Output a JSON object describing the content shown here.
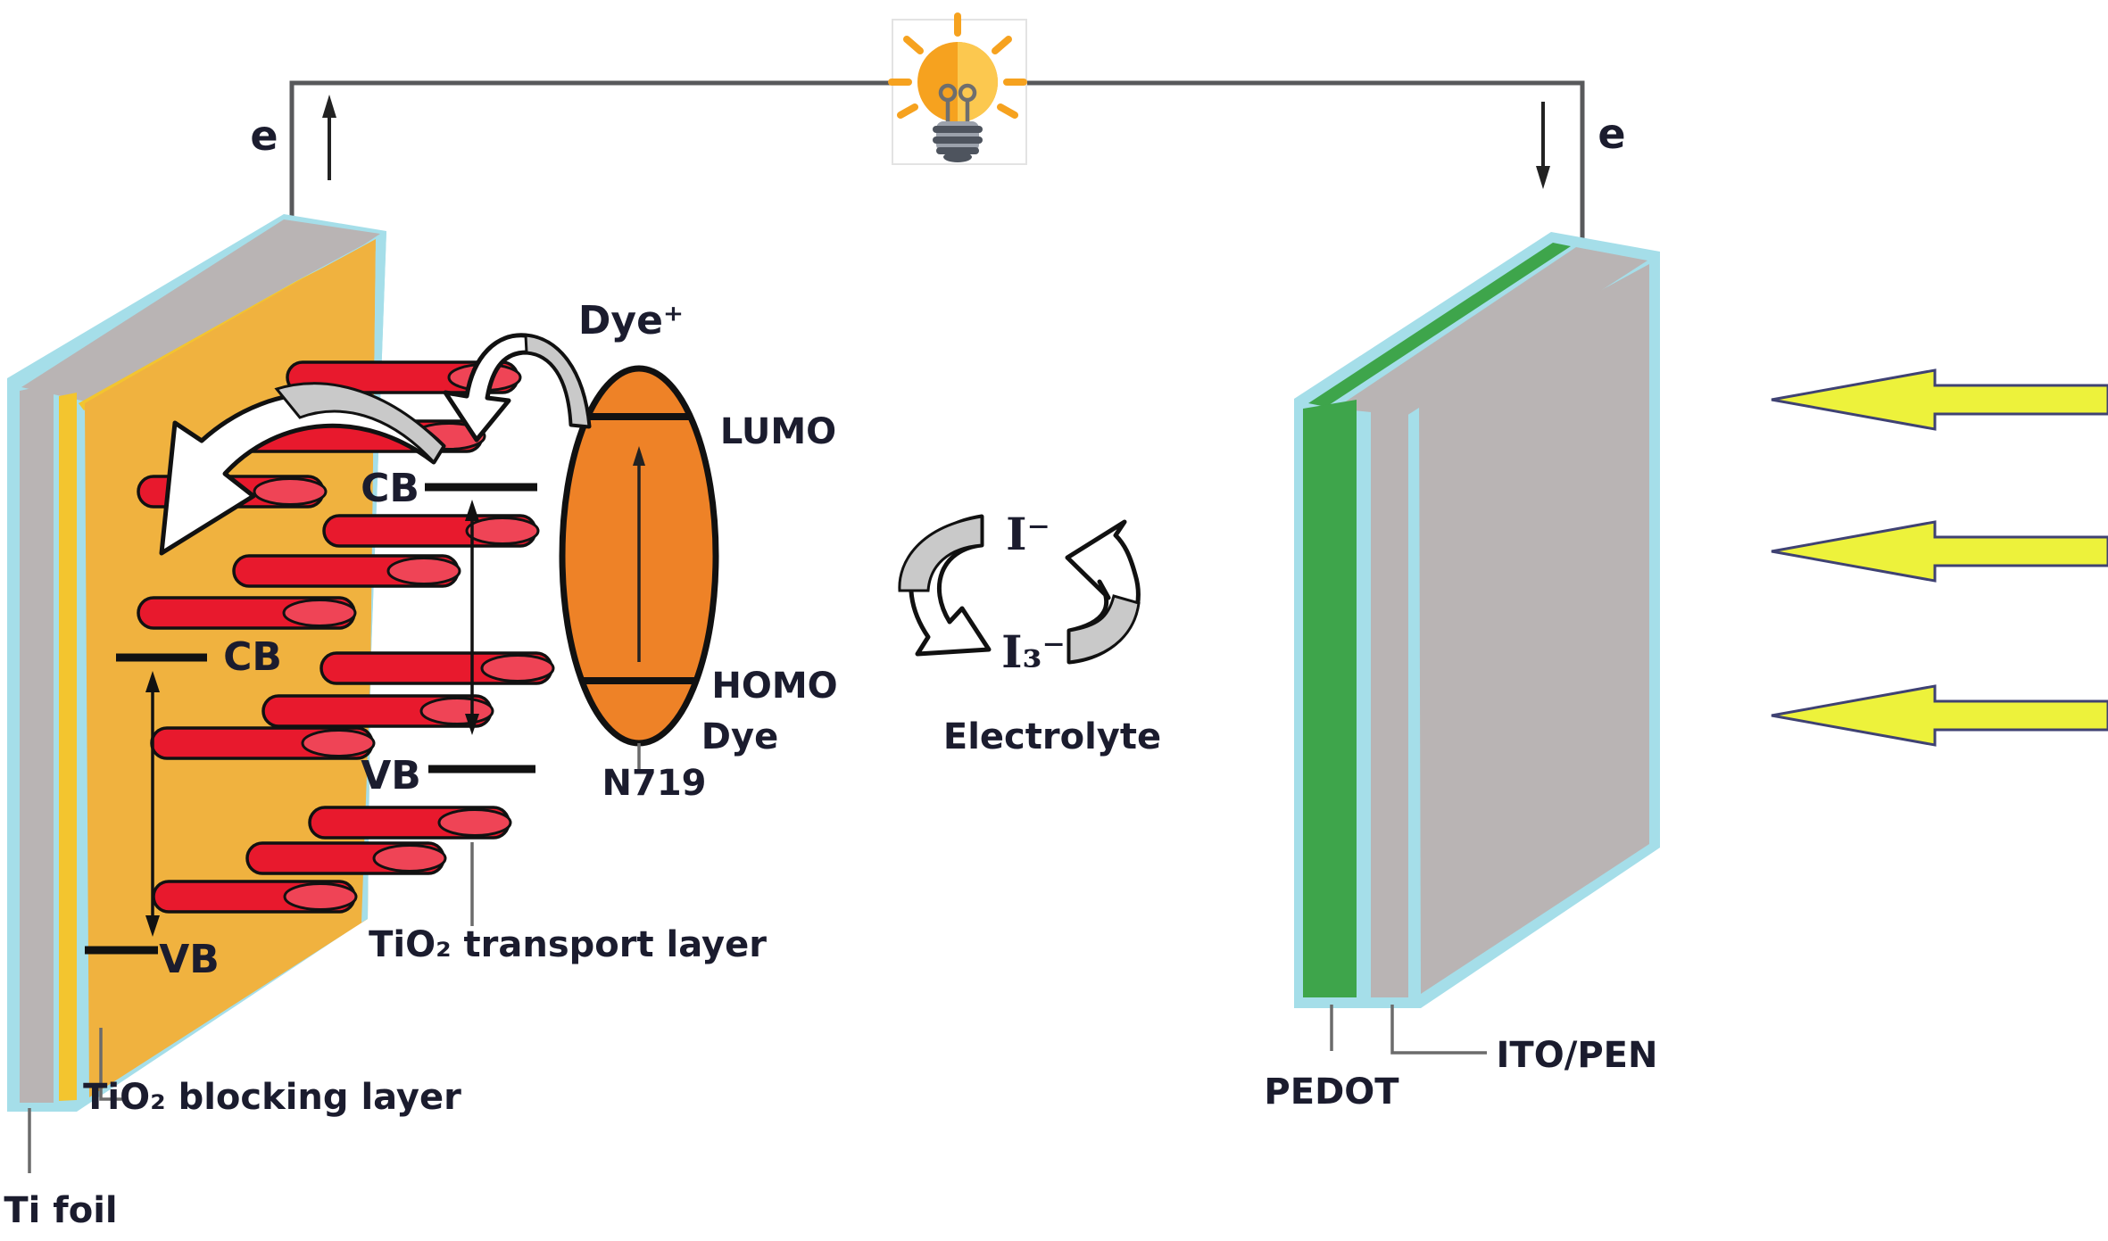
{
  "figure_type": "dye-sensitized solar cell schematic",
  "colors": {
    "cyan_border": "#a5dee9",
    "gray_face": "#b9b4b4",
    "blocking_amber": "#f0b23f",
    "yellow_stripe": "#f3c52f",
    "nanorod_red": "#e8192d",
    "nanorod_cap": "#ef4456",
    "dye_orange": "#ee8227",
    "pedot_green": "#3ea54b",
    "light_arrow_yellow": "#edf23b",
    "light_arrow_outline": "#3f4273",
    "wire_gray": "#58595b",
    "ribbon_gray": "#c9c9c9",
    "text": "#1b1c2e"
  },
  "circuit": {
    "electron_left": "e",
    "electron_right": "e"
  },
  "photoanode": {
    "cb": "CB",
    "vb": "VB",
    "transport_layer": "TiO₂ transport layer",
    "blocking_layer": "TiO₂ blocking layer",
    "substrate": "Ti foil"
  },
  "dye": {
    "oxidized": "Dye⁺",
    "lumo": "LUMO",
    "homo": "HOMO",
    "name": "Dye",
    "compound": "N719"
  },
  "electrolyte": {
    "iodide": "I⁻",
    "triiodide": "I₃⁻",
    "label": "Electrolyte"
  },
  "counter_electrode": {
    "catalyst": "PEDOT",
    "substrate": "ITO/PEN"
  },
  "icons": {
    "bulb": "light-bulb-icon",
    "light": "light-arrow-icon",
    "redox": "cycle-arrow-icon",
    "recombination": "ribbon-arrow-icon"
  }
}
